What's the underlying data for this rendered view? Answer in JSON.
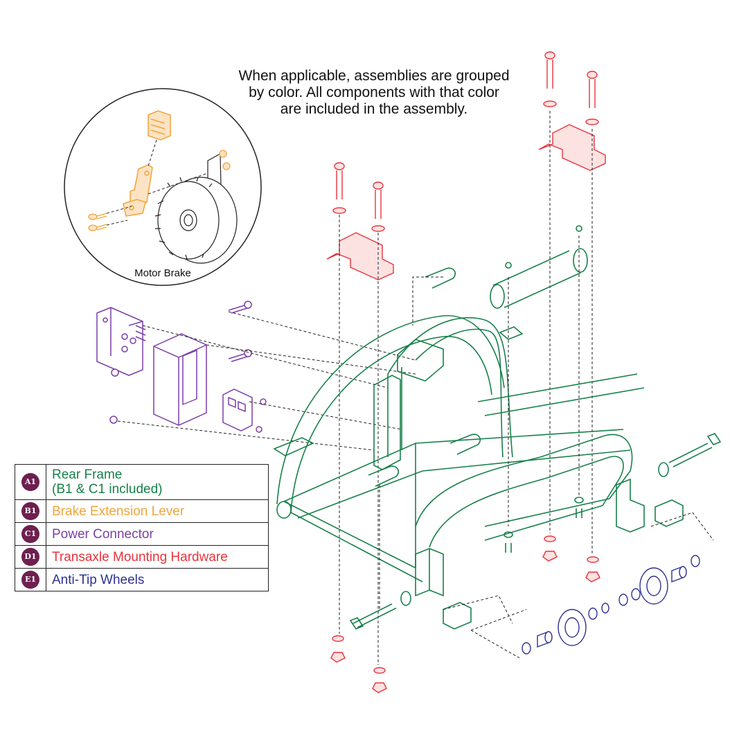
{
  "note": {
    "line1": "When applicable, assemblies are grouped",
    "line2": "by color. All components with that color",
    "line3": "are included in the assembly."
  },
  "inset": {
    "label": "Motor Brake"
  },
  "legend": [
    {
      "code": "A1",
      "label": "Rear Frame",
      "label2": "(B1 & C1 included)",
      "color": "#17804a"
    },
    {
      "code": "B1",
      "label": "Brake Extension Lever",
      "color": "#f2a43a"
    },
    {
      "code": "C1",
      "label": "Power Connector",
      "color": "#7b3fa8"
    },
    {
      "code": "D1",
      "label": "Transaxle Mounting Hardware",
      "color": "#e8333c"
    },
    {
      "code": "E1",
      "label": "Anti-Tip Wheels",
      "color": "#2f3192"
    }
  ],
  "colors": {
    "frame": "#17804a",
    "brake_lever": "#f2a43a",
    "power_connector": "#7b3fa8",
    "transaxle_hardware": "#e8333c",
    "anti_tip": "#2f3192",
    "badge": "#6e1f4f"
  }
}
